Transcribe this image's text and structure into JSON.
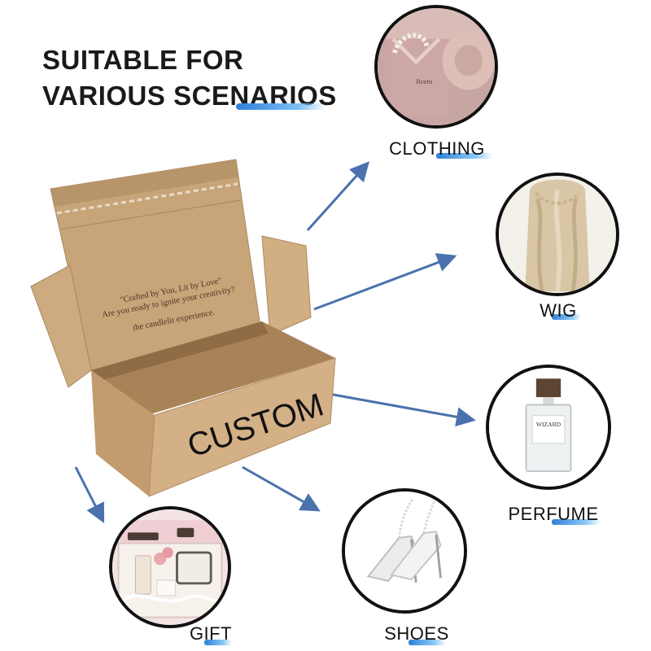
{
  "heading": {
    "line1": "SUITABLE FOR",
    "line2": "VARIOUS SCENARIOS"
  },
  "box": {
    "front_text": "CUSTOM",
    "lid_lines": [
      "\"Crafted by You, Lit by Love\"",
      "Are you ready to ignite your creativity?",
      "the candlelit experience."
    ]
  },
  "scenarios": [
    {
      "id": "clothing",
      "label": "CLOTHING",
      "tag": "Reem"
    },
    {
      "id": "wig",
      "label": "WIG"
    },
    {
      "id": "perfume",
      "label": "PERFUME",
      "bottle_brand": "WIZARD"
    },
    {
      "id": "shoes",
      "label": "SHOES"
    },
    {
      "id": "gift",
      "label": "GIFT"
    }
  ],
  "colors": {
    "arrow": "#4a72ad",
    "highlight": "#2f7fd8",
    "kraft": "#c9a57a",
    "circle_border": "#111111"
  }
}
